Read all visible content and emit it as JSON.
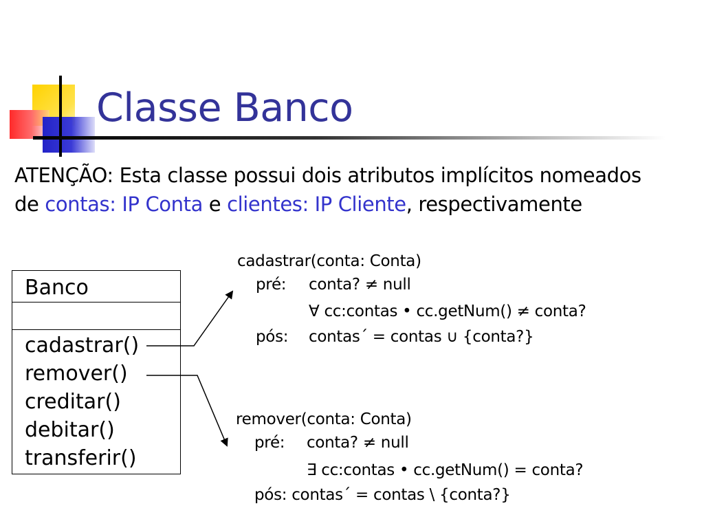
{
  "slide": {
    "title": "Classe Banco",
    "note": {
      "line1": "ATENÇÃO: Esta classe possui dois atributos implícitos nomeados",
      "de": "de ",
      "contas": "contas: IP Conta",
      "e": " e ",
      "clientes": "clientes: IP Cliente",
      "rest": ", respectivamente"
    }
  },
  "uml_class": {
    "name": "Banco",
    "operations": [
      "cadastrar()",
      "remover()",
      "creditar()",
      "debitar()",
      "transferir()"
    ]
  },
  "cadastrar_spec": {
    "signature": "cadastrar(conta: Conta)",
    "pre_label": "pré:",
    "pre_1": "conta? ≠ null",
    "pre_2": "∀ cc:contas  • cc.getNum() ≠ conta?",
    "pos_label": "pós:",
    "pos_1": "contas´ = contas ∪ {conta?}"
  },
  "remover_spec": {
    "signature": "remover(conta: Conta)",
    "pre_label": "pré:",
    "pre_1": "conta? ≠ null",
    "pre_2": "∃ cc:contas  • cc.getNum() = conta?",
    "pos": "pós: contas´ = contas \\ {conta?}"
  },
  "colors": {
    "title": "#333399",
    "highlight": "#3333cc"
  }
}
